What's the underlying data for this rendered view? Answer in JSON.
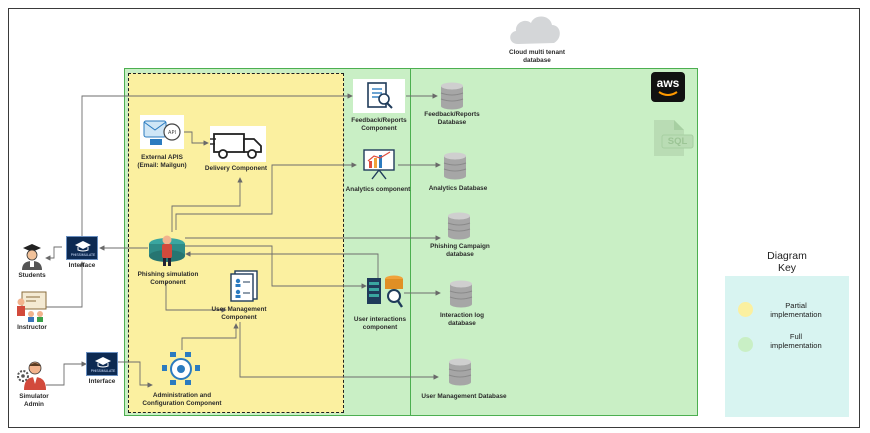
{
  "cloud": {
    "label_line1": "Cloud multi tenant",
    "label_line2": "database"
  },
  "actors": {
    "students": "Students",
    "instructor": "Instructor",
    "simulator_admin_line1": "Simulator",
    "simulator_admin_line2": "Admin"
  },
  "interfaces": {
    "top": "Interface",
    "bottom": "Interface",
    "badge_text": "PHISSIMULATE"
  },
  "components": {
    "external_apis_line1": "External APIS",
    "external_apis_line2": "(Email: Mailgun)",
    "delivery": "Delivery Component",
    "phishing_sim_line1": "Phishing simulation",
    "phishing_sim_line2": "Component",
    "user_mgmt_line1": "User Management",
    "user_mgmt_line2": "Component",
    "admin_config_line1": "Administration and",
    "admin_config_line2": "Configuration Component",
    "feedback_line1": "Feedback/Reports",
    "feedback_line2": "Component",
    "analytics": "Analytics component",
    "user_interactions_line1": "User interactions",
    "user_interactions_line2": "component"
  },
  "databases": {
    "feedback_line1": "Feedback/Reports",
    "feedback_line2": "Database",
    "analytics": "Analytics Database",
    "phishing_campaign_line1": "Phishing Campaign",
    "phishing_campaign_line2": "database",
    "interaction_log_line1": "Interaction log",
    "interaction_log_line2": "database",
    "user_mgmt": "User Management Database"
  },
  "badges": {
    "aws": "aws",
    "sql": "SQL"
  },
  "legend": {
    "title_line1": "Diagram",
    "title_line2": "Key",
    "partial_line1": "Partial",
    "partial_line2": "implementation",
    "full_line1": "Full",
    "full_line2": "implementation"
  },
  "colors": {
    "partial": "#fbf0a0",
    "full": "#c9efc5",
    "legend_bg": "#d8f4f1",
    "interface_badge": "#0d2a52"
  }
}
